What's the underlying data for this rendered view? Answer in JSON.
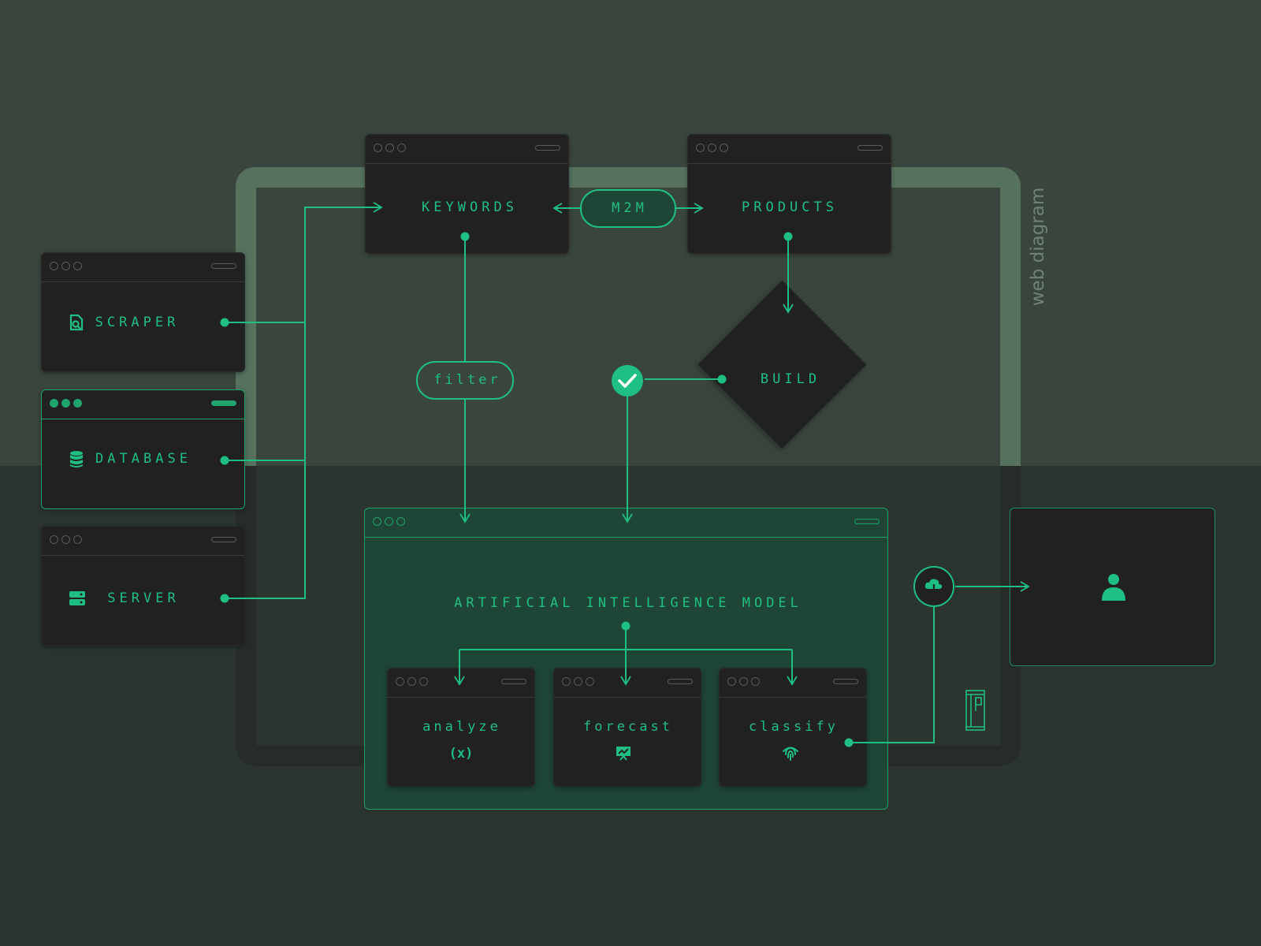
{
  "diagram": {
    "side_title": "web diagram",
    "sources": [
      {
        "label": "SCRAPER",
        "icon": "scraper-icon"
      },
      {
        "label": "DATABASE",
        "icon": "database-icon"
      },
      {
        "label": "SERVER",
        "icon": "server-icon"
      }
    ],
    "keywords": "KEYWORDS",
    "products": "PRODUCTS",
    "relation": "M2M",
    "filter": "filter",
    "build": "BUILD",
    "model": {
      "title": "ARTIFICIAL INTELLIGENCE MODEL",
      "tasks": [
        {
          "label": "analyze",
          "icon": "function-x-icon"
        },
        {
          "label": "forecast",
          "icon": "chart-icon"
        },
        {
          "label": "classify",
          "icon": "fingerprint-icon"
        }
      ]
    },
    "user_icon": "user-icon",
    "deploy_icon": "cloud-download-icon",
    "check_icon": "check-icon"
  },
  "colors": {
    "accent": "#1fbf84",
    "panel": "#212121",
    "background_top": "#3a463d",
    "background_bottom": "#2b342f"
  }
}
